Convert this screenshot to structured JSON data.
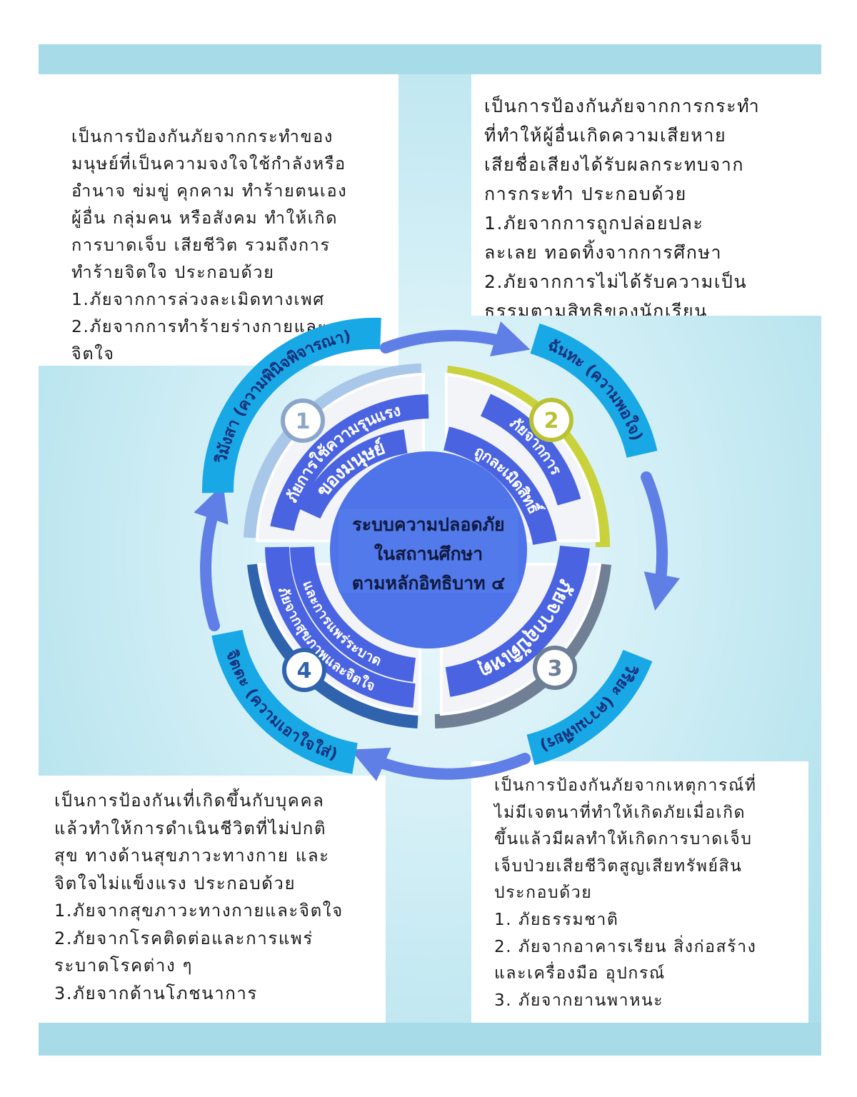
{
  "center": {
    "line1": "ระบบความปลอดภัย",
    "line2": "ในสถานศึกษา",
    "line3": "ตามหลักอิทธิบาท ๔"
  },
  "ring_labels": {
    "chanda": "ฉันทะ (ความพอใจ)",
    "viriya": "วิริยะ (ความเพียร)",
    "citta": "จิตตะ (ความเอาใจใส่)",
    "vimamsa": "วิมังสา (ความพินิจพิจารณา)"
  },
  "sectors": [
    {
      "number": "1",
      "label_a": "ภัยการใช้ความรุนแรง",
      "label_b": "ของมนุษย์",
      "color": "#7f9cc4"
    },
    {
      "number": "2",
      "label_a": "ภัยจากการ",
      "label_b": "ถูกละเมิดสิทธิ์",
      "color": "#b9c233"
    },
    {
      "number": "3",
      "label_a": "ภัยจากอุบัติเหตุ",
      "label_b": "",
      "color": "#6d7f96"
    },
    {
      "number": "4",
      "label_a": "ภัยจากสุขภาพและจิตใจ",
      "label_b": "และการแพร่ระบาด",
      "color": "#2f63ad"
    }
  ],
  "boxes": {
    "top_left": [
      "เป็นการป้องกันภัยจากกระทำของ",
      "มนุษย์ที่เป็นความจงใจใช้กำลังหรือ",
      "อำนาจ ข่มขู่ คุกคาม ทำร้ายตนเอง",
      "ผู้อื่น กลุ่มคน หรือสังคม ทำให้เกิด",
      "การบาดเจ็บ เสียชีวิต รวมถึงการ",
      "ทำร้ายจิตใจ ประกอบด้วย",
      "1.ภัยจากการล่วงละเมิดทางเพศ",
      "2.ภัยจากการทำร้ายร่างกายและ",
      "จิตใจ"
    ],
    "top_right": [
      "เป็นการป้องกันภัยจากการกระทำ",
      "ที่ทำให้ผู้อื่นเกิดความเสียหาย",
      "เสียชื่อเสียงได้รับผลกระทบจาก",
      "การกระทำ ประกอบด้วย",
      "1.ภัยจากการถูกปล่อยปละ",
      "ละเลย ทอดทิ้งจากการศึกษา",
      "2.ภัยจากการไม่ได้รับความเป็น",
      "ธรรมตามสิทธิของนักเรียน"
    ],
    "bottom_left": [
      "เป็นการป้องกันเที่เกิดขึ้นกับบุคคล",
      "แล้วทำให้การดำเนินชีวิตที่ไม่ปกติ",
      "สุข ทางด้านสุขภาวะทางกาย และ",
      "จิตใจไม่แข็งแรง ประกอบด้วย",
      "1.ภัยจากสุขภาวะทางกายและจิตใจ",
      "2.ภัยจากโรคติดต่อและการแพร่",
      "ระบาดโรคต่าง ๆ",
      "3.ภัยจากด้านโภชนาการ"
    ],
    "bottom_right": [
      "เป็นการป้องกันภัยจากเหตุการณ์ที่",
      "ไม่มีเจตนาที่ทำให้เกิดภัยเมื่อเกิด",
      "ขึ้นแล้วมีผลทำให้เกิดการบาดเจ็บ",
      "เจ็บป่วยเสียชีวิตสูญเสียทรัพย์สิน",
      "ประกอบด้วย",
      "1. ภัยธรรมชาติ",
      "2. ภัยจากอาคารเรียน สิ่งก่อสร้าง",
      "และเครื่องมือ อุปกรณ์",
      "3. ภัยจากยานพาหนะ"
    ]
  },
  "colors": {
    "ring_blue": "#19a8e6",
    "arrow_blue": "#5f7fe6",
    "sector_label_bg": "#4a63e0",
    "center_fill": "#4f73e8",
    "band": "#a7dbe8"
  }
}
